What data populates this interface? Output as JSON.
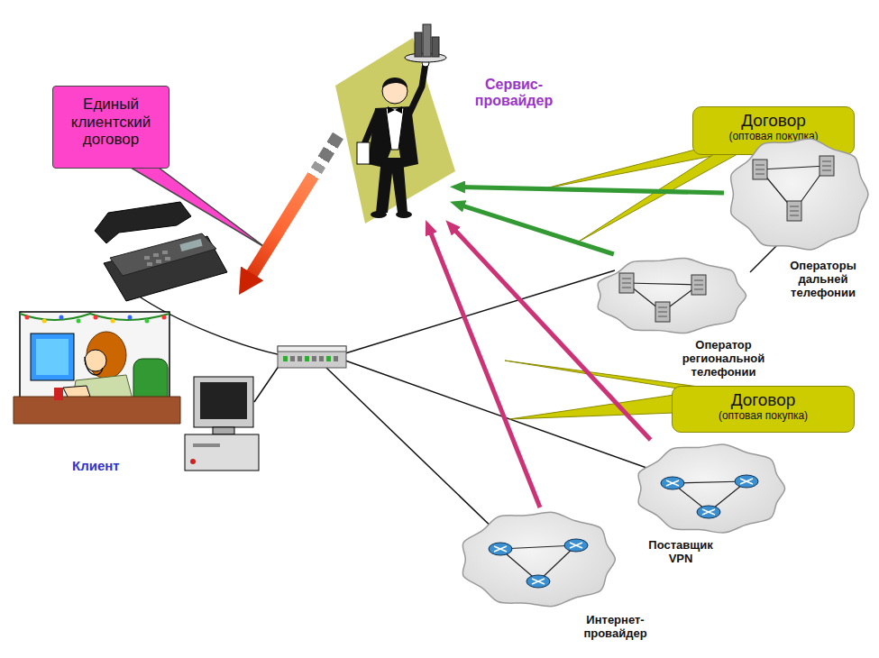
{
  "diagram": {
    "nodes": [
      {
        "text": [
          "Единый клиентский договор"
        ]
      },
      {
        "text": [
          "Сервис- провайдер"
        ]
      },
      {
        "text": [
          "Договор",
          "(оптовая покупка)"
        ]
      },
      {
        "text": [
          "Операторы дальней телефонии"
        ]
      },
      {
        "text": [
          "Оператор региональной телефонии"
        ]
      },
      {
        "text": [
          "Договор",
          "(оптовая покупка)"
        ]
      },
      {
        "text": [
          "Поставщик VPN"
        ]
      },
      {
        "text": [
          "Интернет- провайдер"
        ]
      },
      {
        "text": [
          "Клиент"
        ]
      }
    ],
    "edges": [
      {
        "from": 3,
        "to": 1,
        "arrow": "to"
      },
      {
        "from": 4,
        "to": 1,
        "arrow": "to"
      },
      {
        "from": 6,
        "to": 1,
        "arrow": "to"
      },
      {
        "from": 7,
        "to": 1,
        "arrow": "to"
      },
      {
        "from": 1,
        "to": 8,
        "arrow": "to"
      }
    ]
  }
}
